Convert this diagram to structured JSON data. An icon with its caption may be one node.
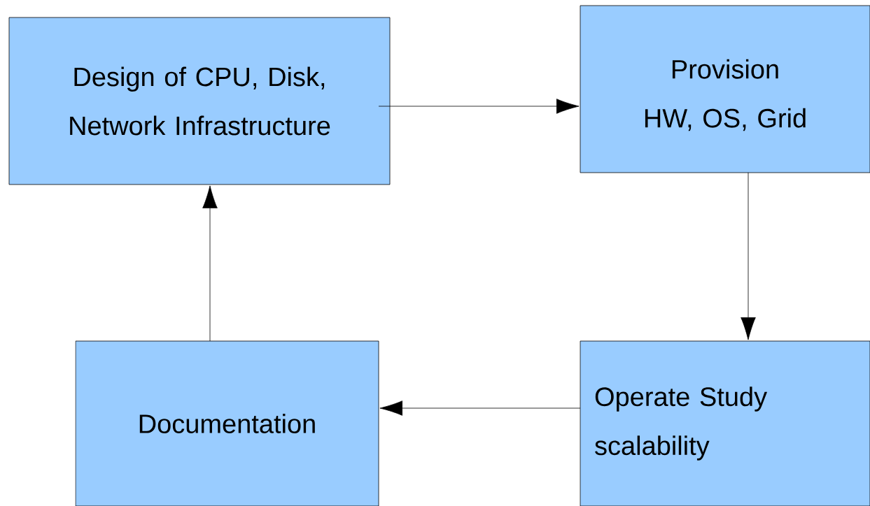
{
  "diagram": {
    "nodes": [
      {
        "text": [
          "Design of CPU, Disk, Network Infrastructure"
        ]
      },
      {
        "text": [
          "Provision HW, OS, Grid"
        ]
      },
      {
        "text": [
          "Operate Study scalability"
        ]
      },
      {
        "text": [
          "Documentation"
        ]
      }
    ],
    "edges": [
      {
        "from": 0,
        "to": 1,
        "arrow": "to"
      },
      {
        "from": 1,
        "to": 2,
        "arrow": "to"
      },
      {
        "from": 2,
        "to": 3,
        "arrow": "to"
      },
      {
        "from": 3,
        "to": 0,
        "arrow": "to"
      }
    ]
  }
}
